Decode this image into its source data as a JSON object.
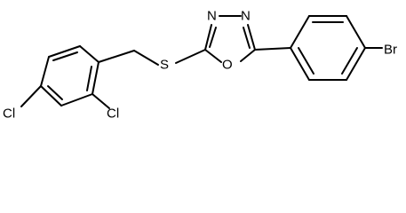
{
  "molecule": {
    "atoms": {
      "n1": "N",
      "n2": "N",
      "o": "O",
      "s": "S",
      "br": "Br",
      "cl_para": "Cl",
      "cl_ortho": "Cl"
    }
  },
  "colors": {
    "bond": "#000000",
    "label": "#000000",
    "background": "#ffffff"
  }
}
